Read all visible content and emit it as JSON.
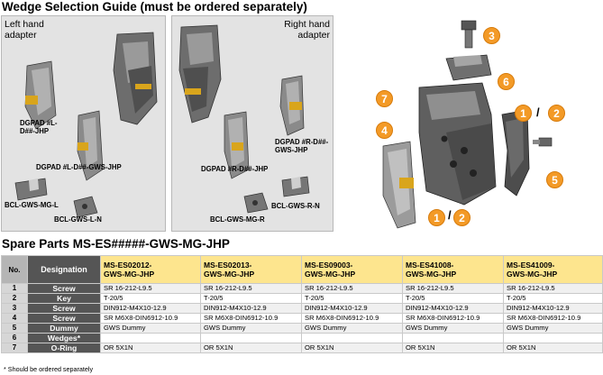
{
  "guide": {
    "title": "Wedge Selection Guide (must be ordered separately)",
    "left_panel": {
      "title": "Left hand\nadapter",
      "labels": [
        "DGPAD #L-\nD##-JHP",
        "DGPAD #L-D##-GWS-JHP",
        "BCL-GWS-MG-L",
        "BCL-GWS-L-N"
      ]
    },
    "right_panel": {
      "title": "Right hand\nadapter",
      "labels": [
        "DGPAD #R-D##-\nGWS-JHP",
        "DGPAD #R-D##-JHP",
        "BCL-GWS-MG-R",
        "BCL-GWS-R-N"
      ]
    }
  },
  "diagram": {
    "callouts": [
      "3",
      "6",
      "7",
      "4",
      "1",
      "2",
      "5",
      "1",
      "2"
    ],
    "slashes": [
      "/",
      "/"
    ]
  },
  "spare": {
    "title": "Spare Parts MS-ES#####-GWS-MG-JHP",
    "headers": {
      "no": "No.",
      "designation": "Designation",
      "parts": [
        "MS-ES02012-\nGWS-MG-JHP",
        "MS-ES02013-\nGWS-MG-JHP",
        "MS-ES09003-\nGWS-MG-JHP",
        "MS-ES41008-\nGWS-MG-JHP",
        "MS-ES41009-\nGWS-MG-JHP"
      ]
    },
    "rows": [
      {
        "no": "1",
        "designation": "Screw",
        "values": [
          "SR 16-212-L9.5",
          "SR 16-212-L9.5",
          "SR 16-212-L9.5",
          "SR 16-212-L9.5",
          "SR 16-212-L9.5"
        ]
      },
      {
        "no": "2",
        "designation": "Key",
        "values": [
          "T-20/5",
          "T-20/5",
          "T-20/5",
          "T-20/5",
          "T-20/5"
        ]
      },
      {
        "no": "3",
        "designation": "Screw",
        "values": [
          "DIN912-M4X10-12.9",
          "DIN912-M4X10-12.9",
          "DIN912-M4X10-12.9",
          "DIN912-M4X10-12.9",
          "DIN912-M4X10-12.9"
        ]
      },
      {
        "no": "4",
        "designation": "Screw",
        "values": [
          "SR M6X8-DIN6912-10.9",
          "SR M6X8-DIN6912-10.9",
          "SR M6X8-DIN6912-10.9",
          "SR M6X8-DIN6912-10.9",
          "SR M6X8-DIN6912-10.9"
        ]
      },
      {
        "no": "5",
        "designation": "Dummy",
        "values": [
          "GWS Dummy",
          "GWS Dummy",
          "GWS Dummy",
          "GWS Dummy",
          "GWS Dummy"
        ]
      },
      {
        "no": "6",
        "designation": "Wedges*",
        "values": [
          "",
          "",
          "",
          "",
          ""
        ]
      },
      {
        "no": "7",
        "designation": "O-Ring",
        "values": [
          "OR 5X1N",
          "OR 5X1N",
          "OR 5X1N",
          "OR 5X1N",
          "OR 5X1N"
        ]
      }
    ],
    "footnote": "* Should be ordered separately"
  },
  "colors": {
    "callout": "#f39a27",
    "header_yellow": "#fde58e",
    "designation_bg": "#555555",
    "panel_bg": "#e3e3e3"
  }
}
